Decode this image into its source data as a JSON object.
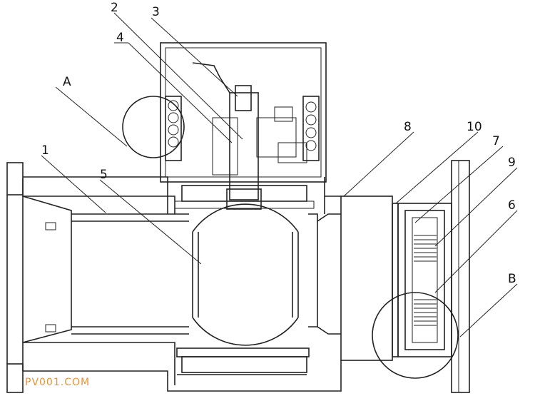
{
  "callouts": {
    "c1": "1",
    "c2": "2",
    "c3": "3",
    "c4": "4",
    "c5": "5",
    "c6": "6",
    "c7": "7",
    "c8": "8",
    "c9": "9",
    "c10": "10",
    "cA": "A",
    "cB": "B"
  },
  "watermark": "PV001.COM",
  "colors": {
    "line": "#222222",
    "background": "#ffffff",
    "watermark": "#e8923a"
  }
}
